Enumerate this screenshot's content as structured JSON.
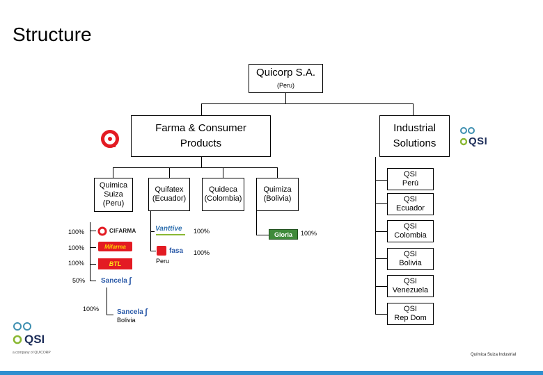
{
  "title": "Structure",
  "root": {
    "name": "Quicorp S.A.",
    "sub": "(Peru)"
  },
  "farma": {
    "line1": "Farma & Consumer",
    "line2": "Products"
  },
  "industrial": {
    "line1": "Industrial",
    "line2": "Solutions"
  },
  "subsidiaries": {
    "quimica": [
      "Quimica",
      "Suiza",
      "(Peru)"
    ],
    "quifatex": [
      "Quifatex",
      "(Ecuador)"
    ],
    "quideca": [
      "Quideca",
      "(Colombia)"
    ],
    "quimiza": [
      "Quimiza",
      "(Bolivia)"
    ]
  },
  "percentages": {
    "cifarma": "100%",
    "mifarma": "100%",
    "btl": "100%",
    "sancela": "50%",
    "sancela_bolivia": "100%",
    "vanttive": "100%",
    "fasa": "100%",
    "gloria": "100%"
  },
  "logo_texts": {
    "cifarma": "CIFARMA",
    "mifarma": "Mifarma",
    "btl": "BTL",
    "sancela": "Sancela",
    "sancela_bolivia": "Sancela",
    "vanttive": "Vanttive",
    "fasa": "fasa",
    "gloria": "Gloria",
    "qsi": "QSI",
    "footer_qsi_tagline": "a company of QUICORP"
  },
  "captions": {
    "peru": "Peru",
    "bolivia": "Bolivia"
  },
  "qsi_units": [
    [
      "QSI",
      "Perú"
    ],
    [
      "QSI",
      "Ecuador"
    ],
    [
      "QSI",
      "Colombia"
    ],
    [
      "QSI",
      "Bolivia"
    ],
    [
      "QSI",
      "Venezuela"
    ],
    [
      "QSI",
      "Rep Dom"
    ]
  ],
  "footer_right": "Química Suiza Industrial",
  "colors": {
    "accent_red": "#e31b23",
    "qsi_green": "#8ab833",
    "qsi_teal": "#3e8fb0",
    "bottom_bar": "#2f8fcf"
  }
}
